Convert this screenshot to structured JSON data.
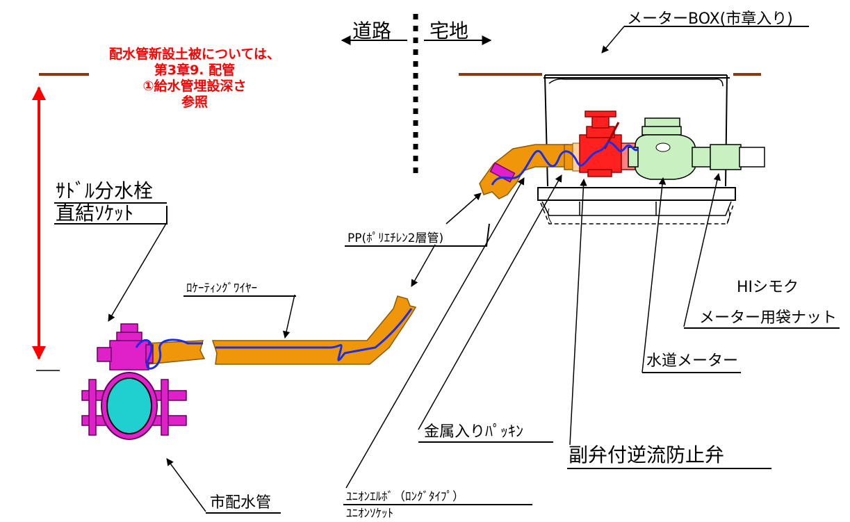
{
  "direction": {
    "road": "道路",
    "residential": "宅地"
  },
  "note": [
    "配水管新設土被については、",
    "第3章9. 配管",
    "①給水管埋設深さ",
    "参照"
  ],
  "labels": {
    "meter_box": "メーターBOX(市章入り)",
    "saddle_line1": "ｻﾄﾞﾙ分水栓",
    "saddle_line2": "直結ｿｹｯﾄ",
    "pp_pipe": "PP(ﾎﾟﾘｴﾁﾚﾝ2層管)",
    "locating_wire": "ﾛｹｰﾃｨﾝｸﾞﾜｲﾔｰ",
    "hi_shimoku": "HIシモク",
    "meter_bag_nut": "メーター用袋ナット",
    "water_meter": "水道メーター",
    "metal_packing": "金属入りﾊﾟｯｷﾝ",
    "check_valve": "副弁付逆流防止弁",
    "union_elbow": "ﾕﾆｵﾝｴﾙﾎﾞ（ﾛﾝｸﾞﾀｲﾌﾟ）",
    "union_socket": "ﾕﾆｵﾝｿｹｯﾄ",
    "city_main": "市配水管"
  },
  "colors": {
    "ground": "#8b3a0f",
    "pipe": "#f0960a",
    "pipe_stroke": "#8a5a00",
    "wire": "#1a2ee6",
    "magenta": "#e020c8",
    "valve_red": "#ff2020",
    "meter_green": "#c8f0c0",
    "main_cyan": "#20d0d0",
    "note_red": "#ff0000"
  }
}
